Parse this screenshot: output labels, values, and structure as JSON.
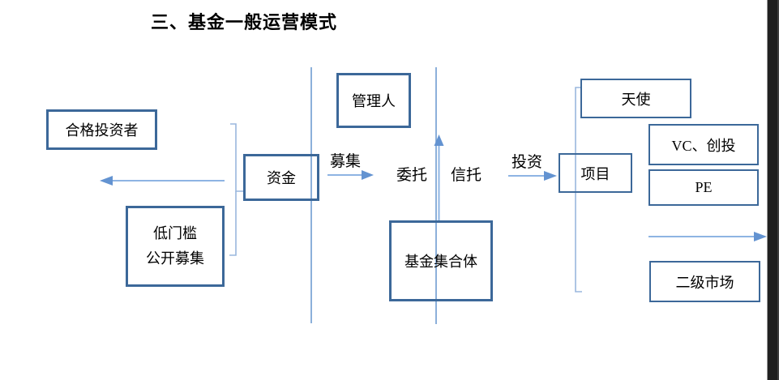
{
  "title": "三、基金一般运营模式",
  "boxes": {
    "qualified_investors": "合格投资者",
    "low_threshold_line1": "低门槛",
    "low_threshold_line2": "公开募集",
    "funds": "资金",
    "manager": "管理人",
    "fund_pool": "基金集合体",
    "project": "项目",
    "angel": "天使",
    "vc": "VC、创投",
    "pe": "PE",
    "secondary_market": "二级市场"
  },
  "labels": {
    "raise": "募集",
    "entrust": "委托",
    "trust": "信托",
    "invest": "投资"
  },
  "colors": {
    "box_border": "#3c6899",
    "long_line_blue": "#6f9cd1",
    "bracket_blue": "#9ab7dd",
    "arrow_shaft": "#8eb4e3",
    "arrow_head": "#5b8fd0",
    "text": "#000000",
    "right_edge_dark": "#202020"
  }
}
